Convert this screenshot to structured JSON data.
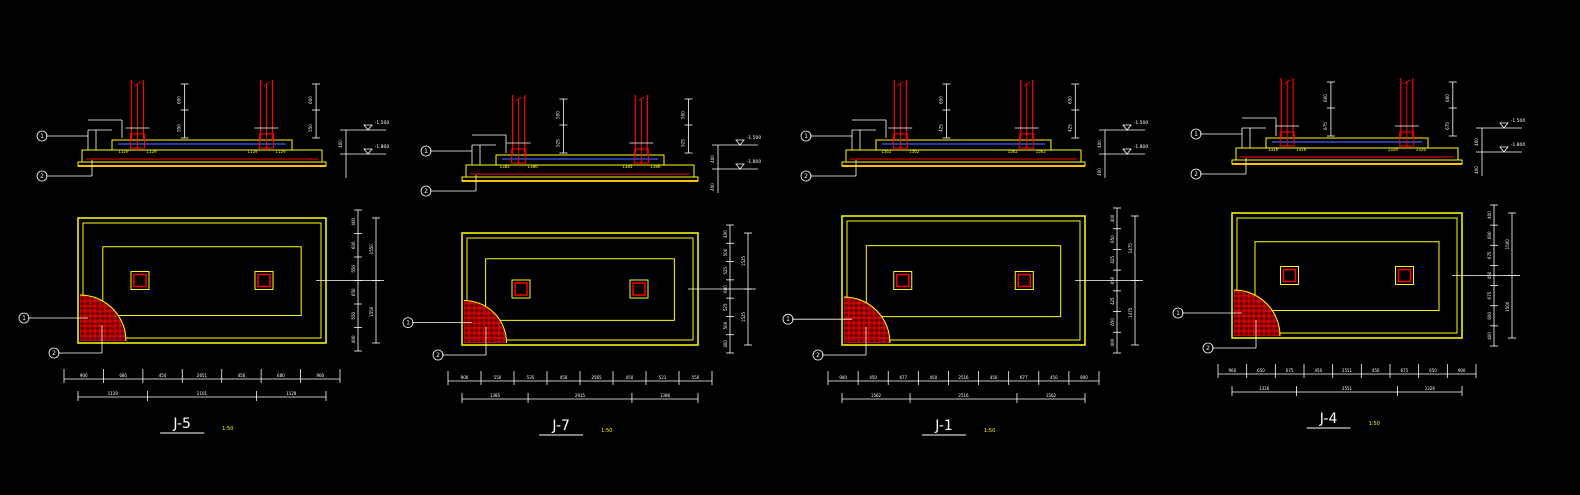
{
  "canvas": {
    "background": "#000000"
  },
  "colors": {
    "yellow": "#ffff00",
    "red": "#ff0000",
    "white": "#ffffff",
    "blue": "#3a5cff",
    "orange": "#ff8000"
  },
  "drawings": [
    {
      "label": "J-5",
      "scale": "1:50",
      "level_top": "-1.500",
      "level_bottom": "-1.800",
      "dims_bottom_row1": [
        "900",
        "680",
        "450",
        "2651",
        "450",
        "680",
        "900"
      ],
      "dims_bottom_row2": [
        "1129",
        "2101",
        "1129"
      ],
      "dims_right_col1": [
        "400",
        "600",
        "550",
        "650",
        "550",
        "400"
      ],
      "dims_right_col2": [
        "1550",
        "1550"
      ],
      "callout_1": "1",
      "callout_2": "2"
    },
    {
      "label": "J-7",
      "scale": "1:50",
      "level_top": "-1.500",
      "level_bottom": "-1.800",
      "dims_bottom_row1": [
        "900",
        "550",
        "535",
        "450",
        "2565",
        "450",
        "521",
        "550"
      ],
      "dims_bottom_row2": [
        "1385",
        "2915",
        "1386"
      ],
      "dims_right_col1": [
        "400",
        "500",
        "525",
        "600",
        "525",
        "500",
        "400"
      ],
      "dims_right_col2": [
        "1525",
        "1525"
      ],
      "callout_1": "1",
      "callout_2": "2"
    },
    {
      "label": "J-1",
      "scale": "1:50",
      "level_top": "-1.500",
      "level_bottom": "-1.800",
      "dims_bottom_row1": [
        "900",
        "450",
        "677",
        "450",
        "2516",
        "450",
        "677",
        "450",
        "900"
      ],
      "dims_bottom_row2": [
        "1562",
        "2516",
        "1562"
      ],
      "dims_right_col1": [
        "400",
        "650",
        "425",
        "650",
        "425",
        "650",
        "400"
      ],
      "dims_right_col2": [
        "1475",
        "1475"
      ],
      "callout_1": "1",
      "callout_2": "2"
    },
    {
      "label": "J-4",
      "scale": "1:50",
      "level_top": "-1.500",
      "level_bottom": "-1.800",
      "dims_bottom_row1": [
        "900",
        "650",
        "675",
        "450",
        "2551",
        "450",
        "675",
        "650",
        "900"
      ],
      "dims_bottom_row2": [
        "1326",
        "2551",
        "1326"
      ],
      "dims_right_col1": [
        "400",
        "600",
        "675",
        "450",
        "675",
        "600",
        "400"
      ],
      "dims_right_col2": [
        "1500",
        "1500"
      ],
      "callout_1": "1",
      "callout_2": "2"
    }
  ]
}
